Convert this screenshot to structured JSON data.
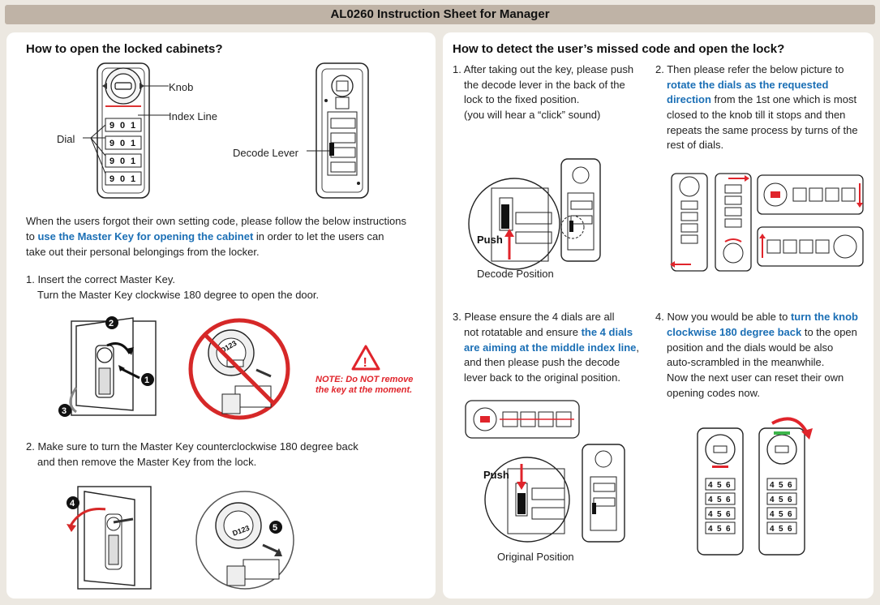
{
  "title": "AL0260 Instruction Sheet for Manager",
  "left": {
    "heading": "How to open the locked cabinets?",
    "labels": {
      "knob": "Knob",
      "index_line": "Index Line",
      "dial": "Dial",
      "decode_lever": "Decode Lever"
    },
    "dial_digits": [
      "9",
      "0",
      "1"
    ],
    "intro": {
      "p1": "When the users forgot their own setting code, please follow the below instructions",
      "p2_pre": "to ",
      "p2_bold": "use the Master Key for opening the cabinet",
      "p2_post": " in order to let the users can",
      "p3": "take out their personal belongings from the locker."
    },
    "step1": {
      "line1": "1. Insert the correct Master Key.",
      "line2": "Turn the Master Key clockwise 180 degree to open the door."
    },
    "markers": [
      "1",
      "2",
      "3",
      "4",
      "5"
    ],
    "key_code": "D123",
    "warning": {
      "icon": "!",
      "line1": "NOTE: Do NOT remove",
      "line2": "the key at the moment."
    },
    "step2": {
      "line1": "2. Make sure to turn the Master Key counterclockwise 180 degree back",
      "line2": "and then remove the Master Key from the lock."
    }
  },
  "right": {
    "heading": "How to detect the user’s missed code and open the lock?",
    "s1": {
      "l1": "1. After taking out the key, please push",
      "l2": "the decode lever in the back of the",
      "l3": "lock to the fixed position.",
      "l4": "(you will hear a “click” sound)"
    },
    "s2": {
      "l1": "2. Then please refer the below picture to",
      "l2": "rotate the dials as the requested",
      "l3": "direction",
      "l3_post": " from the 1st one which is most",
      "l4": "closed to the knob till it stops and then",
      "l5": "repeats the same process by turns of the",
      "l6": "rest of dials."
    },
    "push": "Push",
    "decode_position": "Decode Position",
    "s3": {
      "l1": "3. Please ensure the 4 dials are all",
      "l2_pre": "not rotatable and ensure ",
      "l2_bold": "the 4 dials",
      "l3_bold": "are aiming at the middle index line",
      "l3_post": ",",
      "l4": "and then please push the decode",
      "l5": "lever back to the original position."
    },
    "s4": {
      "l1_pre": "4. Now you would be able to ",
      "l1_bold": "turn the knob",
      "l2_bold": "clockwise 180 degree back",
      "l2_post": " to the open",
      "l3": "position and the dials would be also",
      "l4": "auto-scrambled in the meanwhile.",
      "l5": "Now the next user can reset their own",
      "l6": "opening codes now."
    },
    "original_position": "Original Position",
    "dial_digits": [
      "4",
      "5",
      "6"
    ]
  },
  "colors": {
    "accent_blue": "#1b6fb5",
    "warning_red": "#e0242b",
    "title_bar": "#bfb3a6",
    "background": "#ece8e1"
  }
}
